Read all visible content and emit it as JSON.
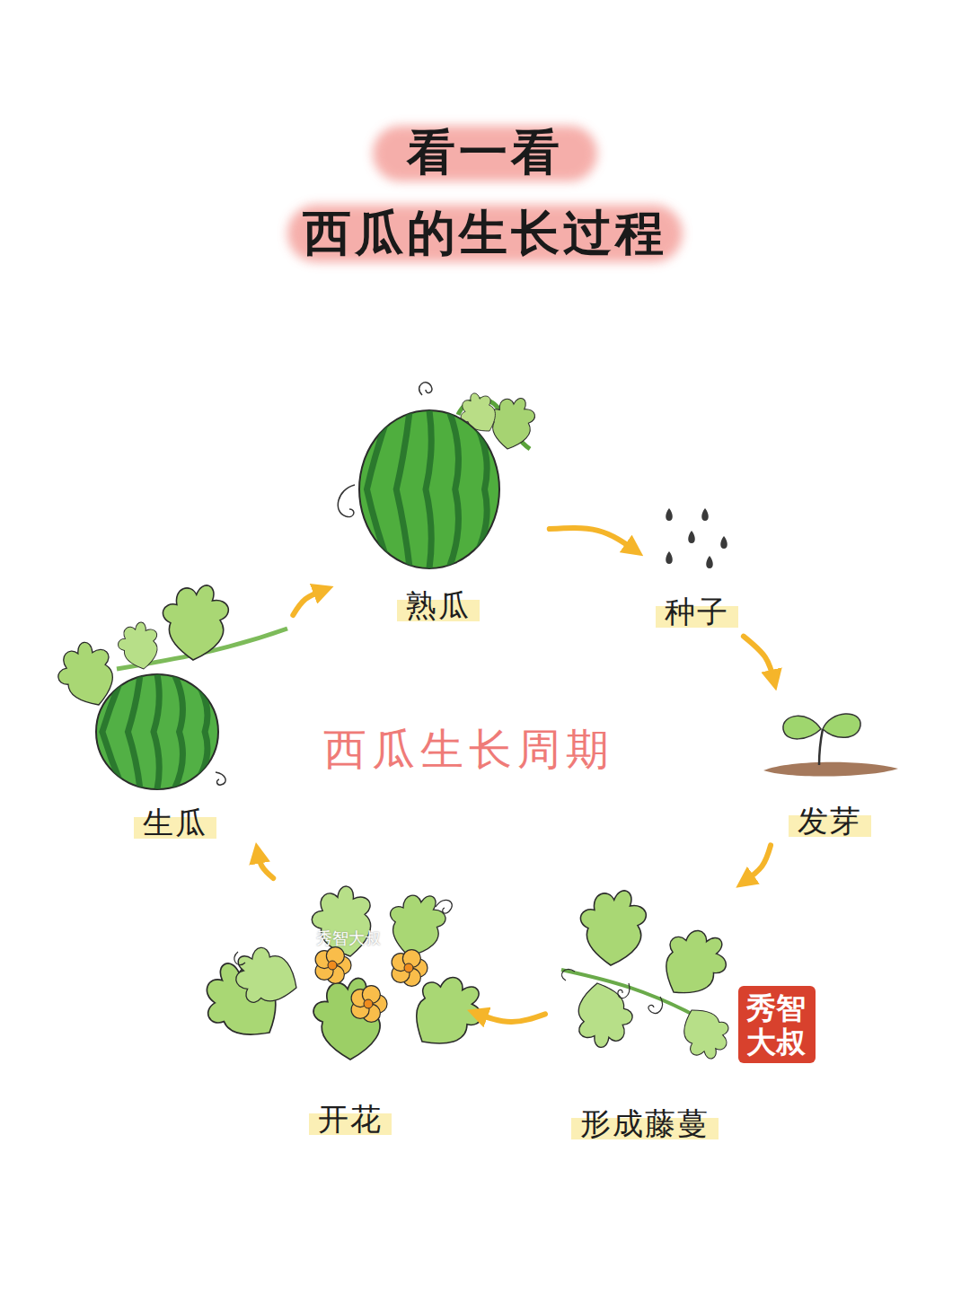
{
  "diagram": {
    "title": "看一看 西瓜的生长过程",
    "nodes": [
      {
        "text": [
          "熟瓜"
        ]
      },
      {
        "text": [
          "种子"
        ]
      },
      {
        "text": [
          "发芽"
        ]
      },
      {
        "text": [
          "形成藤蔓"
        ]
      },
      {
        "text": [
          "开花"
        ]
      },
      {
        "text": [
          "生瓜"
        ]
      }
    ],
    "edges": [
      {
        "from": 0,
        "to": 1,
        "arrow": "to"
      },
      {
        "from": 1,
        "to": 2,
        "arrow": "to"
      },
      {
        "from": 2,
        "to": 3,
        "arrow": "to"
      },
      {
        "from": 3,
        "to": 4,
        "arrow": "to"
      },
      {
        "from": 4,
        "to": 5,
        "arrow": "to"
      },
      {
        "from": 5,
        "to": 0,
        "arrow": "to"
      }
    ],
    "labels": [
      "西瓜生长周期",
      "秀智大叔",
      "秀智大叔"
    ]
  }
}
